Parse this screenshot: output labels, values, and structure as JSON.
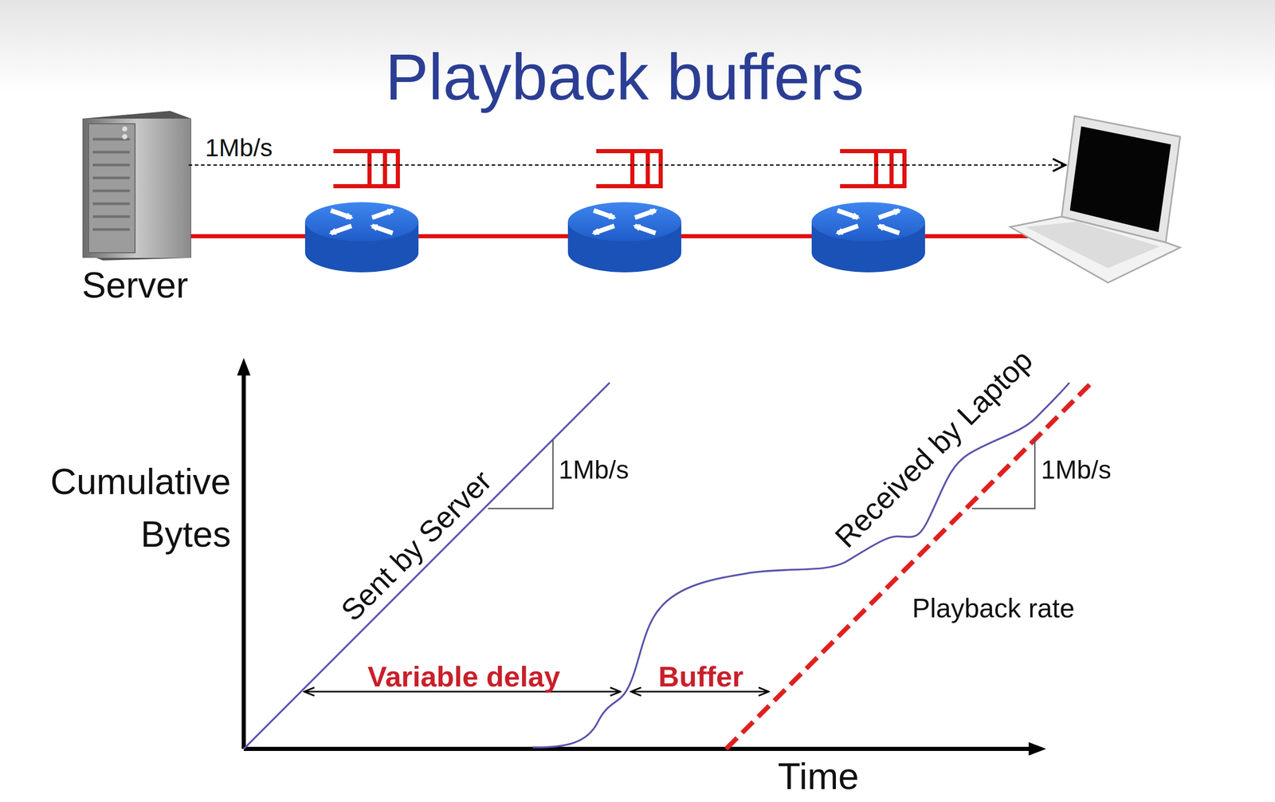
{
  "diagram": {
    "title": "Playback buffers",
    "nodes": [
      {
        "text": [
          "Server"
        ]
      }
    ],
    "labels": [
      "1Mb/s",
      "Cumulative Bytes",
      "Sent by Server",
      "1Mb/s",
      "Variable delay",
      "Buffer",
      "Received by Laptop",
      "1Mb/s",
      "Playback rate",
      "Time"
    ]
  }
}
